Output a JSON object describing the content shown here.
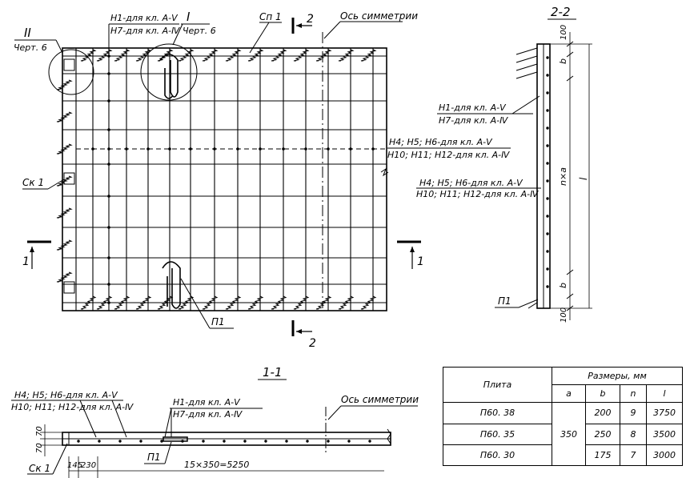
{
  "plan": {
    "section_2_label": "2",
    "section_1_label": "1",
    "symmetry_axis_label": "Ось симметрии",
    "sp_label": "Сп 1",
    "detail1_label": "I",
    "detail1_ref": "Черт. 6",
    "detail2_label": "II",
    "detail2_ref": "Черт. 6",
    "h1_label": "Н1-для кл. А-Ⅴ",
    "h7_label": "Н7-для кл. А-Ⅳ",
    "h456_label": "Н4; Н5; Н6-для кл. А-Ⅴ",
    "h1012_label": "Н10; Н11; Н12-для кл. А-Ⅳ",
    "sk_label": "Ск 1",
    "p1_label": "П1"
  },
  "section22": {
    "title": "2-2",
    "dim_top": "100",
    "dim_b": "b",
    "dim_na": "n×a",
    "dim_l": "l",
    "dim_bottom": "100",
    "h1_label": "Н1-для кл. А-Ⅴ",
    "h7_label": "Н7-для кл. А-Ⅳ",
    "h456_label": "Н4; Н5; Н6-для кл. А-Ⅴ",
    "h1012_label": "Н10; Н11; Н12-для кл. А-Ⅳ",
    "p1_label": "П1"
  },
  "section11": {
    "title": "1-1",
    "h456_label": "Н4; Н5; Н6-для кл. А-Ⅴ",
    "h1012_label": "Н10; Н11; Н12-для кл. А-Ⅳ",
    "h1_label": "Н1-для кл. А-Ⅴ",
    "h7_label": "Н7-для кл. А-Ⅳ",
    "symmetry_axis_label": "Ось симметрии",
    "dim_70_top": "70",
    "dim_70_bottom": "70",
    "sk_label": "Ск 1",
    "p1_label": "П1",
    "dim_145": "145",
    "dim_230": "230",
    "dim_span": "15×350=5250"
  },
  "table": {
    "col_plate": "Плита",
    "col_sizes": "Размеры, мм",
    "sub_a": "a",
    "sub_b": "b",
    "sub_n": "n",
    "sub_l": "l",
    "a_value": "350",
    "rows": [
      {
        "plate": "П60. 38",
        "b": "200",
        "n": "9",
        "l": "3750"
      },
      {
        "plate": "П60. 35",
        "b": "250",
        "n": "8",
        "l": "3500"
      },
      {
        "plate": "П60. 30",
        "b": "175",
        "n": "7",
        "l": "3000"
      }
    ]
  }
}
